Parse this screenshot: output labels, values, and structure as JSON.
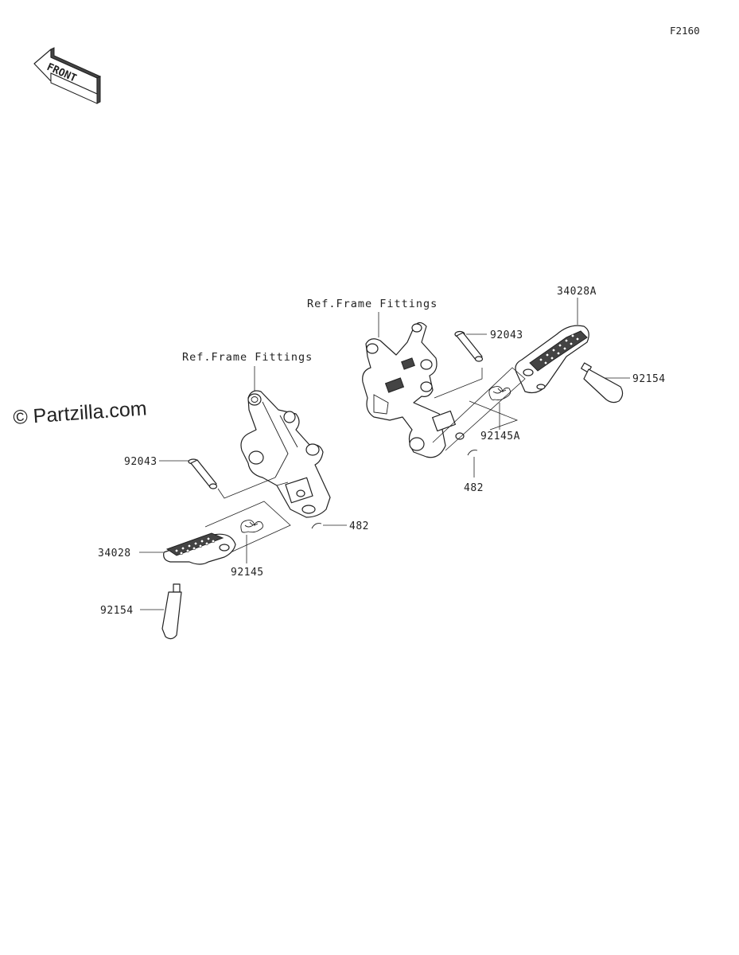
{
  "diagram_code": "F2160",
  "front_arrow": {
    "label": "FRONT",
    "icon": "front-arrow-icon"
  },
  "watermark": "© Partzilla.com",
  "left_assembly": {
    "ref_label": "Ref.Frame Fittings",
    "parts": {
      "pin": "92043",
      "footpeg": "34028",
      "spring": "92145",
      "clip": "482",
      "rubber": "92154"
    }
  },
  "right_assembly": {
    "ref_label": "Ref.Frame Fittings",
    "parts": {
      "pin": "92043",
      "footpeg": "34028A",
      "spring": "92145A",
      "clip": "482",
      "rubber": "92154"
    }
  },
  "colors": {
    "line": "#222222",
    "background": "#ffffff"
  }
}
